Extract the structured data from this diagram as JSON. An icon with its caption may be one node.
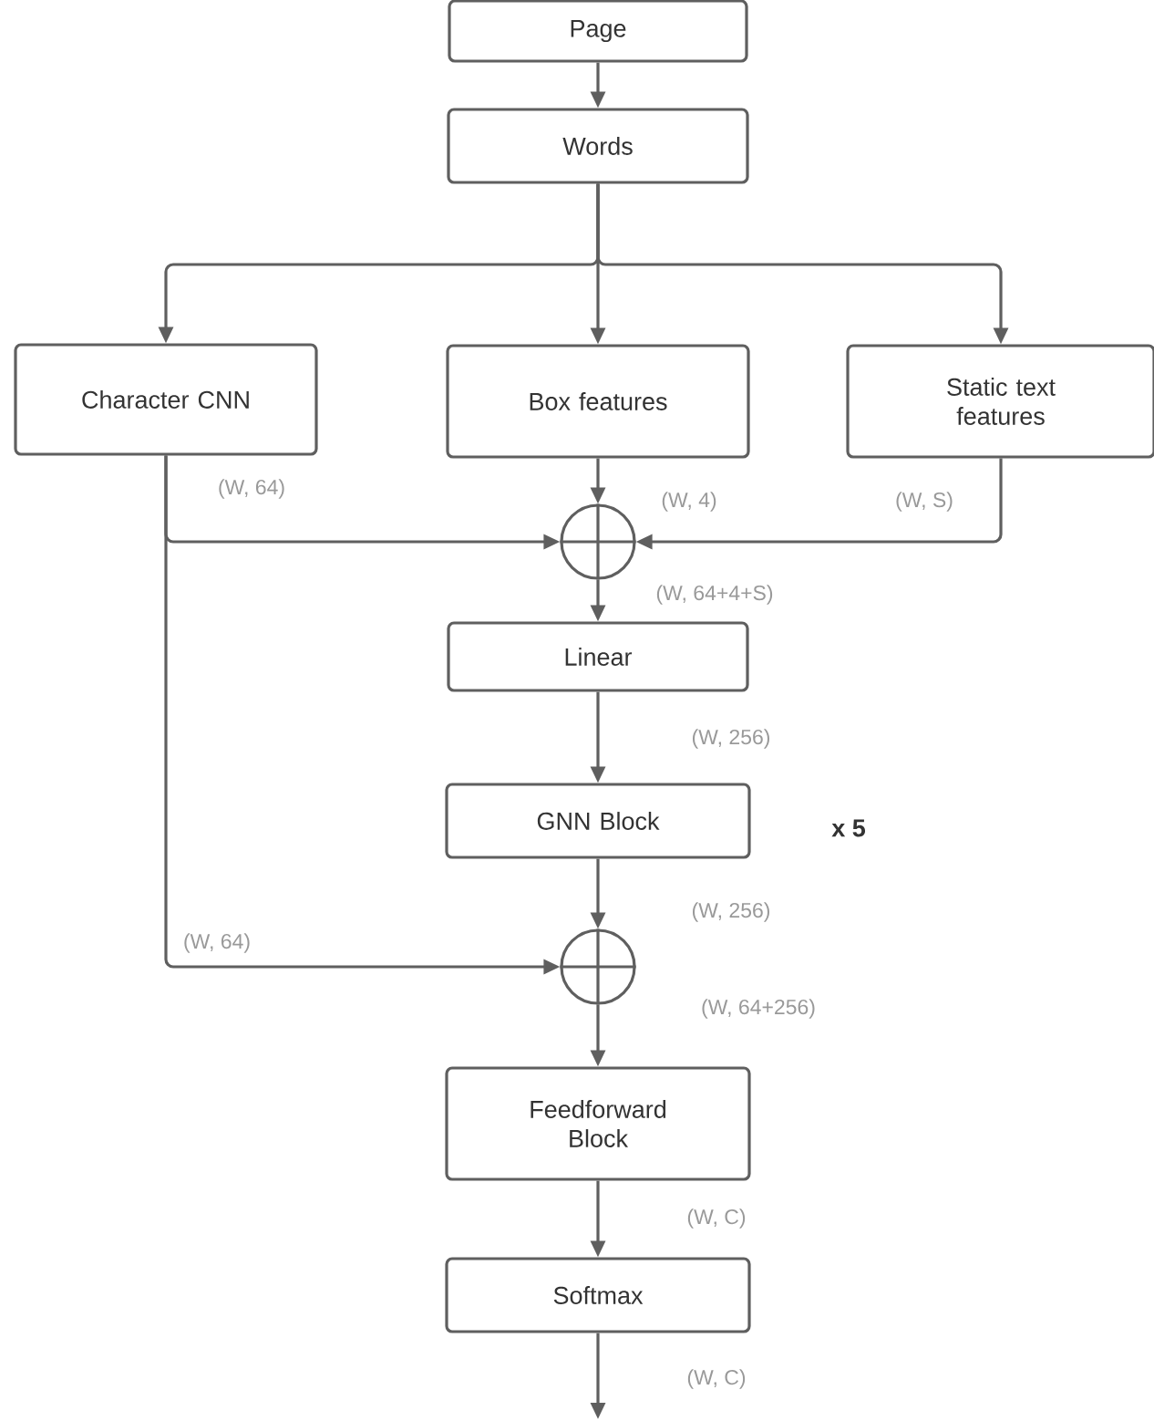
{
  "diagram": {
    "nodes": [
      {
        "text": [
          "Page"
        ]
      },
      {
        "text": [
          "Words"
        ]
      },
      {
        "text": [
          "Character CNN"
        ]
      },
      {
        "text": [
          "Box features"
        ]
      },
      {
        "text": [
          "Static text features"
        ]
      },
      {
        "text": [],
        "shape": "circle"
      },
      {
        "text": [
          "Linear"
        ]
      },
      {
        "text": [
          "GNN Block"
        ],
        "beside": [
          "x 5"
        ]
      },
      {
        "text": [],
        "shape": "circle"
      },
      {
        "text": [
          "Feedforward Block"
        ]
      },
      {
        "text": [
          "Softmax"
        ]
      }
    ],
    "edges": [
      {
        "from": 0,
        "to": 1,
        "arrow": "to"
      },
      {
        "from": 1,
        "to": 2,
        "arrow": "to"
      },
      {
        "from": 1,
        "to": 3,
        "arrow": "to"
      },
      {
        "from": 1,
        "to": 4,
        "arrow": "to"
      },
      {
        "from": 2,
        "to": 5,
        "arrow": "to",
        "label": "(W, 64)"
      },
      {
        "from": 3,
        "to": 5,
        "arrow": "to",
        "label": "(W, 4)"
      },
      {
        "from": 4,
        "to": 5,
        "arrow": "to",
        "label": "(W, S)"
      },
      {
        "from": 5,
        "to": 6,
        "arrow": "to",
        "label": "(W, 64+4+S)"
      },
      {
        "from": 6,
        "to": 7,
        "arrow": "to",
        "label": "(W, 256)"
      },
      {
        "from": 7,
        "to": 8,
        "arrow": "to",
        "label": "(W, 256)"
      },
      {
        "from": 2,
        "to": 8,
        "arrow": "to",
        "label": "(W, 64)"
      },
      {
        "from": 8,
        "to": 9,
        "arrow": "to",
        "label": "(W, 64+256)"
      },
      {
        "from": 9,
        "to": 10,
        "arrow": "to",
        "label": "(W, C)"
      },
      {
        "from": 10,
        "to": null,
        "arrow": "to",
        "label": "(W, C)"
      }
    ]
  }
}
